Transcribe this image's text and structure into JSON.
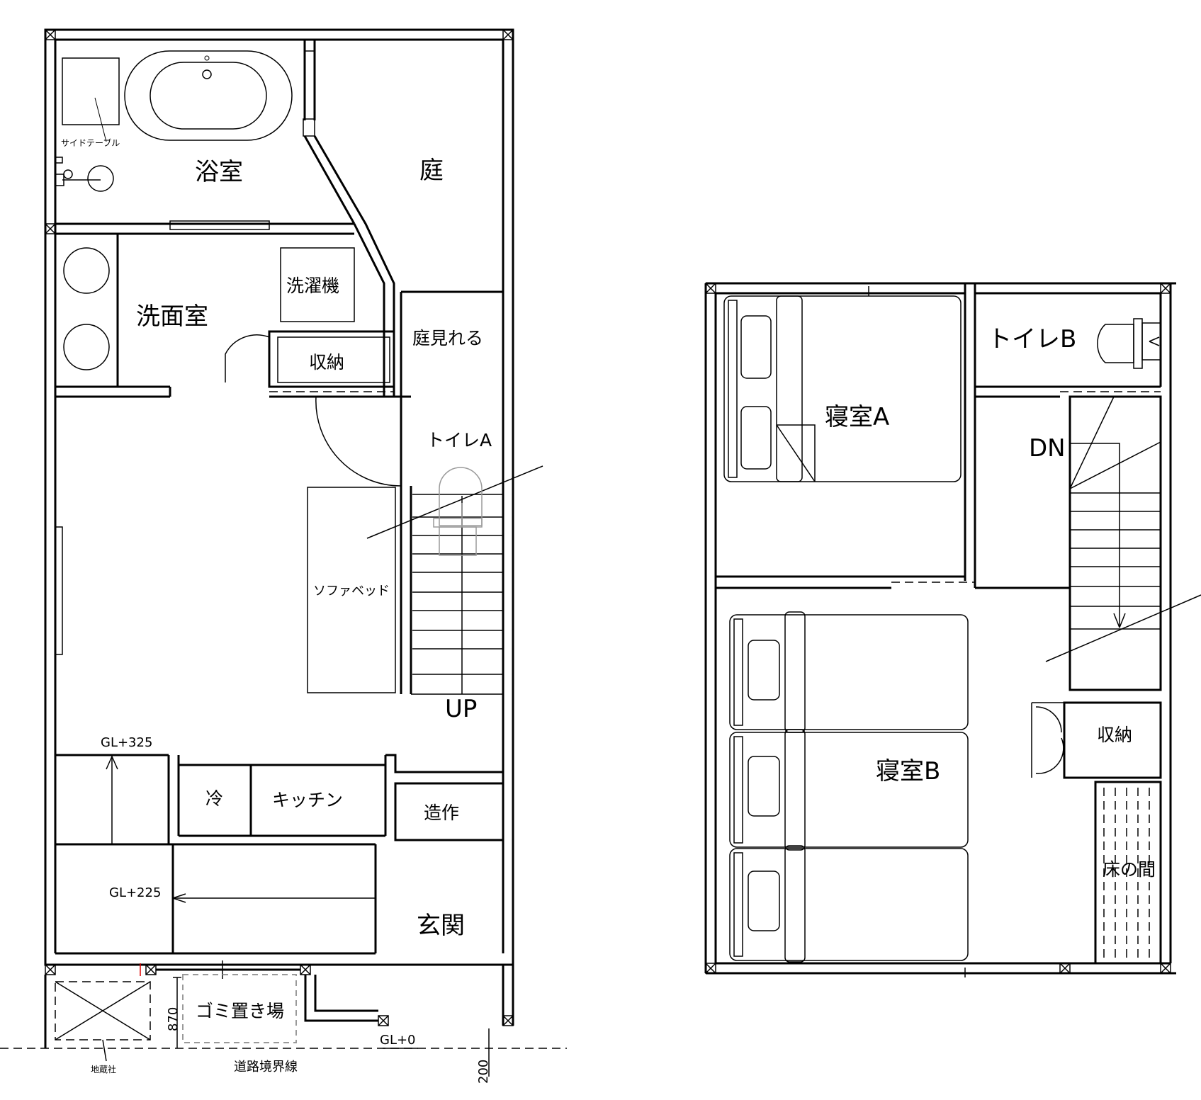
{
  "floor1": {
    "bath": "浴室",
    "garden": "庭",
    "side_table": "サイドテーブル",
    "washroom": "洗面室",
    "washing_machine": "洗濯機",
    "storage": "収納",
    "garden_view": "庭見れる",
    "toilet_a": "トイレA",
    "sofa_bed": "ソファベッド",
    "up": "UP",
    "gl325": "GL+325",
    "fridge": "冷",
    "kitchen": "キッチン",
    "built_in": "造作",
    "gl225": "GL+225",
    "entrance": "玄関",
    "garbage": "ゴミ置き場",
    "dim_870": "870",
    "gl0": "GL+0",
    "jizo": "地蔵社",
    "boundary": "道路境界線",
    "dim_200": "200"
  },
  "floor2": {
    "bedroom_a": "寝室A",
    "toilet_b": "トイレB",
    "dn": "DN",
    "bedroom_b": "寝室B",
    "storage": "収納",
    "tokonoma": "床の間"
  }
}
